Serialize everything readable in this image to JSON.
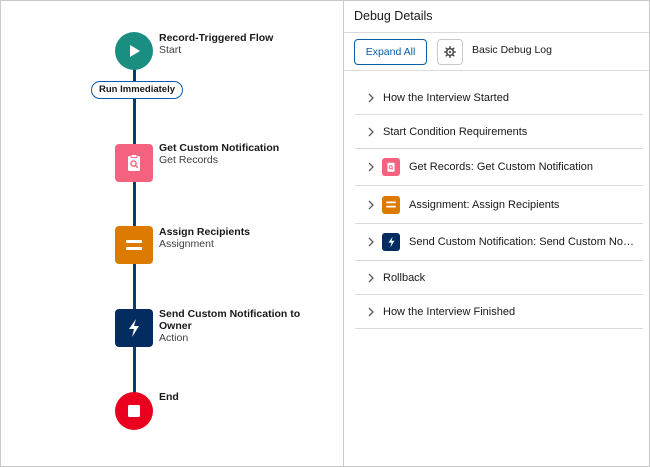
{
  "canvas": {
    "run_immediately": "Run Immediately",
    "nodes": [
      {
        "title": "Record-Triggered Flow",
        "subtitle": "Start",
        "icon": "play-icon",
        "color": "#1b8e82"
      },
      {
        "title": "Get Custom Notification",
        "subtitle": "Get Records",
        "icon": "clipboard-search-icon",
        "color": "#f5627f"
      },
      {
        "title": "Assign Recipients",
        "subtitle": "Assignment",
        "icon": "equals-icon",
        "color": "#dd7a01"
      },
      {
        "title": "Send Custom Notification to Owner",
        "subtitle": "Action",
        "icon": "lightning-icon",
        "color": "#032d60"
      },
      {
        "title": "End",
        "subtitle": "",
        "icon": "stop-icon",
        "color": "#ea001e"
      }
    ]
  },
  "panel": {
    "title": "Debug Details",
    "expand_all": "Expand All",
    "debug_log_label": "Basic Debug Log",
    "rows": [
      {
        "label": "How the Interview Started"
      },
      {
        "label": "Start Condition Requirements"
      },
      {
        "label": "Get Records: Get Custom Notification",
        "icon": "clipboard-search-icon",
        "color": "#f5627f"
      },
      {
        "label": "Assignment: Assign Recipients",
        "icon": "equals-icon",
        "color": "#dd7a01"
      },
      {
        "label": "Send Custom Notification: Send Custom Notif...",
        "icon": "lightning-icon",
        "color": "#032d60"
      },
      {
        "label": "Rollback"
      },
      {
        "label": "How the Interview Finished"
      }
    ]
  }
}
